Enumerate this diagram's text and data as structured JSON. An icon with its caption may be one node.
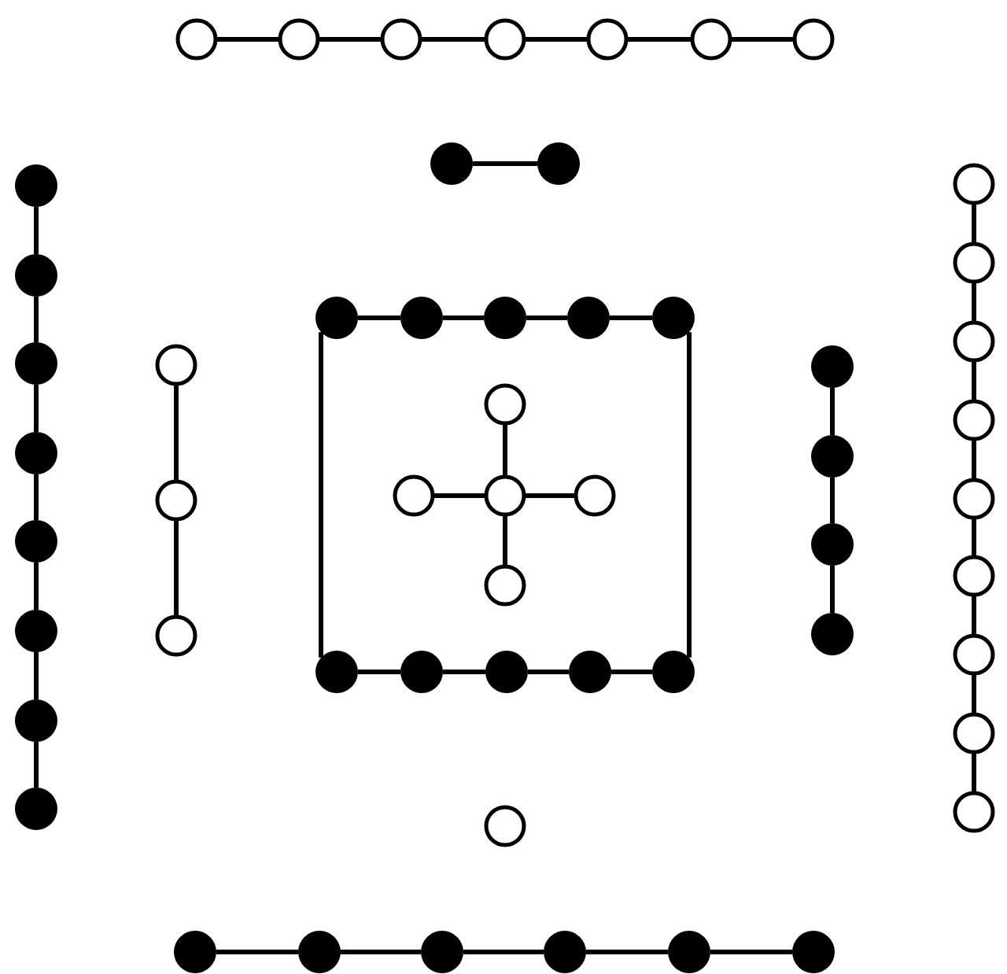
{
  "diagram": {
    "nodes": [
      {
        "text": [],
        "shape": "circle"
      },
      {
        "text": [],
        "shape": "circle"
      },
      {
        "text": [],
        "shape": "circle"
      },
      {
        "text": [],
        "shape": "circle"
      },
      {
        "text": [],
        "shape": "circle"
      },
      {
        "text": [],
        "shape": "circle"
      },
      {
        "text": [],
        "shape": "circle"
      },
      {
        "text": [],
        "shape": "dot"
      },
      {
        "text": [],
        "shape": "dot"
      },
      {
        "text": [],
        "shape": "dot"
      },
      {
        "text": [],
        "shape": "dot"
      },
      {
        "text": [],
        "shape": "dot"
      },
      {
        "text": [],
        "shape": "dot"
      },
      {
        "text": [],
        "shape": "dot"
      },
      {
        "text": [],
        "shape": "dot"
      },
      {
        "text": [],
        "shape": "dot"
      },
      {
        "text": [],
        "shape": "dot"
      },
      {
        "text": [],
        "shape": "circle"
      },
      {
        "text": [],
        "shape": "circle"
      },
      {
        "text": [],
        "shape": "circle"
      },
      {
        "text": [],
        "shape": "dot"
      },
      {
        "text": [],
        "shape": "dot"
      },
      {
        "text": [],
        "shape": "dot"
      },
      {
        "text": [],
        "shape": "dot"
      },
      {
        "text": [],
        "shape": "dot"
      },
      {
        "text": [],
        "shape": "circle"
      },
      {
        "text": [],
        "shape": "circle"
      },
      {
        "text": [],
        "shape": "circle"
      },
      {
        "text": [],
        "shape": "circle"
      },
      {
        "text": [],
        "shape": "circle"
      },
      {
        "text": [],
        "shape": "dot"
      },
      {
        "text": [],
        "shape": "dot"
      },
      {
        "text": [],
        "shape": "dot"
      },
      {
        "text": [],
        "shape": "dot"
      },
      {
        "text": [],
        "shape": "dot"
      },
      {
        "text": [],
        "shape": "dot"
      },
      {
        "text": [],
        "shape": "dot"
      },
      {
        "text": [],
        "shape": "dot"
      },
      {
        "text": [],
        "shape": "dot"
      },
      {
        "text": [],
        "shape": "circle"
      },
      {
        "text": [],
        "shape": "circle"
      },
      {
        "text": [],
        "shape": "circle"
      },
      {
        "text": [],
        "shape": "circle"
      },
      {
        "text": [],
        "shape": "circle"
      },
      {
        "text": [],
        "shape": "circle"
      },
      {
        "text": [],
        "shape": "circle"
      },
      {
        "text": [],
        "shape": "circle"
      },
      {
        "text": [],
        "shape": "circle"
      },
      {
        "text": [],
        "shape": "circle"
      },
      {
        "text": [],
        "shape": "dot"
      },
      {
        "text": [],
        "shape": "dot"
      },
      {
        "text": [],
        "shape": "dot"
      },
      {
        "text": [],
        "shape": "dot"
      },
      {
        "text": [],
        "shape": "dot"
      },
      {
        "text": [],
        "shape": "dot"
      }
    ],
    "edges": [
      {
        "from": 0,
        "to": 1,
        "arrow": "none"
      },
      {
        "from": 1,
        "to": 2,
        "arrow": "none"
      },
      {
        "from": 2,
        "to": 3,
        "arrow": "none"
      },
      {
        "from": 3,
        "to": 4,
        "arrow": "none"
      },
      {
        "from": 4,
        "to": 5,
        "arrow": "none"
      },
      {
        "from": 5,
        "to": 6,
        "arrow": "none"
      },
      {
        "from": 7,
        "to": 8,
        "arrow": "none"
      },
      {
        "from": 9,
        "to": 10,
        "arrow": "none"
      },
      {
        "from": 10,
        "to": 11,
        "arrow": "none"
      },
      {
        "from": 11,
        "to": 12,
        "arrow": "none"
      },
      {
        "from": 12,
        "to": 13,
        "arrow": "none"
      },
      {
        "from": 13,
        "to": 14,
        "arrow": "none"
      },
      {
        "from": 14,
        "to": 15,
        "arrow": "none"
      },
      {
        "from": 15,
        "to": 16,
        "arrow": "none"
      },
      {
        "from": 17,
        "to": 18,
        "arrow": "none"
      },
      {
        "from": 18,
        "to": 19,
        "arrow": "none"
      },
      {
        "from": 20,
        "to": 21,
        "arrow": "none"
      },
      {
        "from": 21,
        "to": 22,
        "arrow": "none"
      },
      {
        "from": 22,
        "to": 23,
        "arrow": "none"
      },
      {
        "from": 23,
        "to": 24,
        "arrow": "none"
      },
      {
        "from": 20,
        "to": 30,
        "arrow": "none"
      },
      {
        "from": 24,
        "to": 34,
        "arrow": "none"
      },
      {
        "from": 25,
        "to": 27,
        "arrow": "none"
      },
      {
        "from": 26,
        "to": 27,
        "arrow": "none"
      },
      {
        "from": 27,
        "to": 28,
        "arrow": "none"
      },
      {
        "from": 27,
        "to": 29,
        "arrow": "none"
      },
      {
        "from": 30,
        "to": 31,
        "arrow": "none"
      },
      {
        "from": 31,
        "to": 32,
        "arrow": "none"
      },
      {
        "from": 32,
        "to": 33,
        "arrow": "none"
      },
      {
        "from": 33,
        "to": 34,
        "arrow": "none"
      },
      {
        "from": 35,
        "to": 36,
        "arrow": "none"
      },
      {
        "from": 36,
        "to": 37,
        "arrow": "none"
      },
      {
        "from": 37,
        "to": 38,
        "arrow": "none"
      },
      {
        "from": 39,
        "to": 40,
        "arrow": "none"
      },
      {
        "from": 40,
        "to": 41,
        "arrow": "none"
      },
      {
        "from": 41,
        "to": 42,
        "arrow": "none"
      },
      {
        "from": 42,
        "to": 43,
        "arrow": "none"
      },
      {
        "from": 43,
        "to": 44,
        "arrow": "none"
      },
      {
        "from": 44,
        "to": 45,
        "arrow": "none"
      },
      {
        "from": 45,
        "to": 46,
        "arrow": "none"
      },
      {
        "from": 46,
        "to": 47,
        "arrow": "none"
      },
      {
        "from": 49,
        "to": 50,
        "arrow": "none"
      },
      {
        "from": 50,
        "to": 51,
        "arrow": "none"
      },
      {
        "from": 51,
        "to": 52,
        "arrow": "none"
      },
      {
        "from": 52,
        "to": 53,
        "arrow": "none"
      },
      {
        "from": 53,
        "to": 54,
        "arrow": "none"
      }
    ]
  }
}
